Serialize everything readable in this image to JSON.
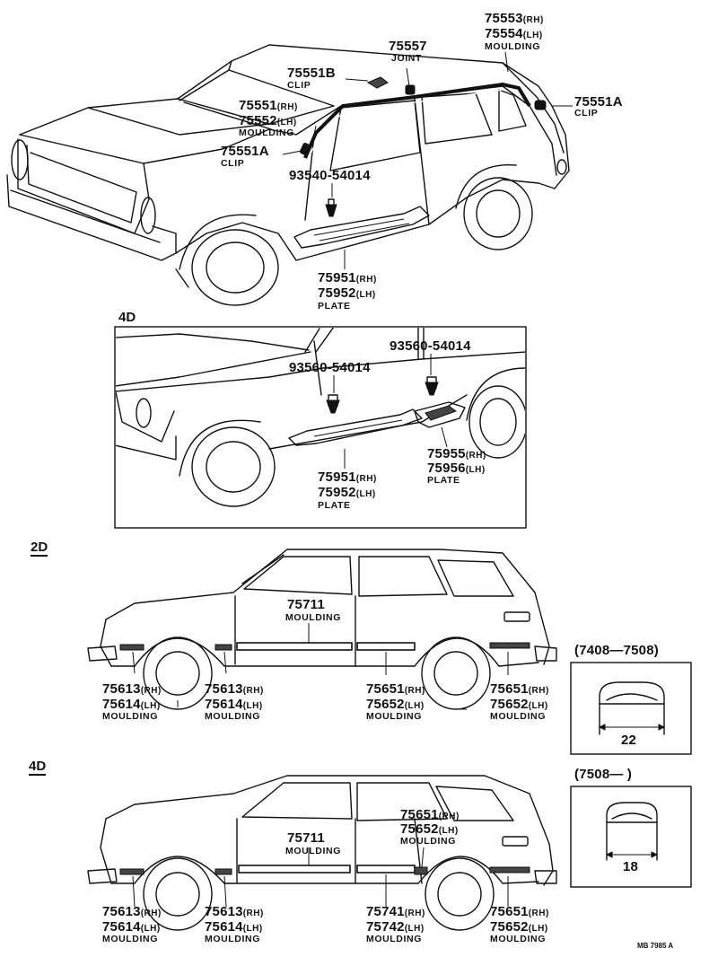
{
  "doc_code": "MB 7985 A",
  "sections": {
    "top_4d": "4D",
    "mid_2d": "2D",
    "bottom_4d": "4D"
  },
  "top_view": {
    "labels": [
      {
        "part": "75553",
        "sfx": "(RH)"
      },
      {
        "part": "75554",
        "sfx": "(LH)"
      },
      {
        "caption": "MOULDING"
      },
      {
        "part": "75557"
      },
      {
        "caption": "JOINT"
      },
      {
        "part": "75551B"
      },
      {
        "caption": "CLIP"
      },
      {
        "part": "75551A"
      },
      {
        "caption": "CLIP"
      },
      {
        "part": "75551",
        "sfx": "(RH)"
      },
      {
        "part": "75552",
        "sfx": "(LH)"
      },
      {
        "caption": "MOULDING"
      },
      {
        "part": "75551A"
      },
      {
        "caption": "CLIP"
      },
      {
        "part": "93540-54014"
      },
      {
        "part": "75951",
        "sfx": "(RH)"
      },
      {
        "part": "75952",
        "sfx": "(LH)"
      },
      {
        "caption": "PLATE"
      }
    ]
  },
  "inset_4d": {
    "labels": [
      {
        "part": "93560-54014"
      },
      {
        "part": "93560-54014"
      },
      {
        "part": "75955",
        "sfx": "(RH)"
      },
      {
        "part": "75956",
        "sfx": "(LH)"
      },
      {
        "caption": "PLATE"
      },
      {
        "part": "75951",
        "sfx": "(RH)"
      },
      {
        "part": "75952",
        "sfx": "(LH)"
      },
      {
        "caption": "PLATE"
      }
    ]
  },
  "side_2d": {
    "labels": [
      {
        "part": "75711"
      },
      {
        "caption": "MOULDING"
      },
      {
        "part": "75613",
        "sfx": "(RH)"
      },
      {
        "part": "75614",
        "sfx": "(LH)"
      },
      {
        "caption": "MOULDING"
      },
      {
        "part": "75613",
        "sfx": "(RH)"
      },
      {
        "part": "75614",
        "sfx": "(LH)"
      },
      {
        "caption": "MOULDING"
      },
      {
        "part": "75651",
        "sfx": "(RH)"
      },
      {
        "part": "75652",
        "sfx": "(LH)"
      },
      {
        "caption": "MOULDING"
      },
      {
        "part": "75651",
        "sfx": "(RH)"
      },
      {
        "part": "75652",
        "sfx": "(LH)"
      },
      {
        "caption": "MOULDING"
      }
    ]
  },
  "side_4d": {
    "labels": [
      {
        "part": "75711"
      },
      {
        "caption": "MOULDING"
      },
      {
        "part": "75651",
        "sfx": "(RH)"
      },
      {
        "part": "75652",
        "sfx": "(LH)"
      },
      {
        "caption": "MOULDING"
      },
      {
        "part": "75613",
        "sfx": "(RH)"
      },
      {
        "part": "75614",
        "sfx": "(LH)"
      },
      {
        "caption": "MOULDING"
      },
      {
        "part": "75613",
        "sfx": "(RH)"
      },
      {
        "part": "75614",
        "sfx": "(LH)"
      },
      {
        "caption": "MOULDING"
      },
      {
        "part": "75741",
        "sfx": "(RH)"
      },
      {
        "part": "75742",
        "sfx": "(LH)"
      },
      {
        "caption": "MOULDING"
      },
      {
        "part": "75651",
        "sfx": "(RH)"
      },
      {
        "part": "75652",
        "sfx": "(LH)"
      },
      {
        "caption": "MOULDING"
      }
    ]
  },
  "sections_detail": [
    {
      "period": "(7408—7508)",
      "dimension": "22"
    },
    {
      "period": "(7508—      )",
      "dimension": "18"
    }
  ]
}
